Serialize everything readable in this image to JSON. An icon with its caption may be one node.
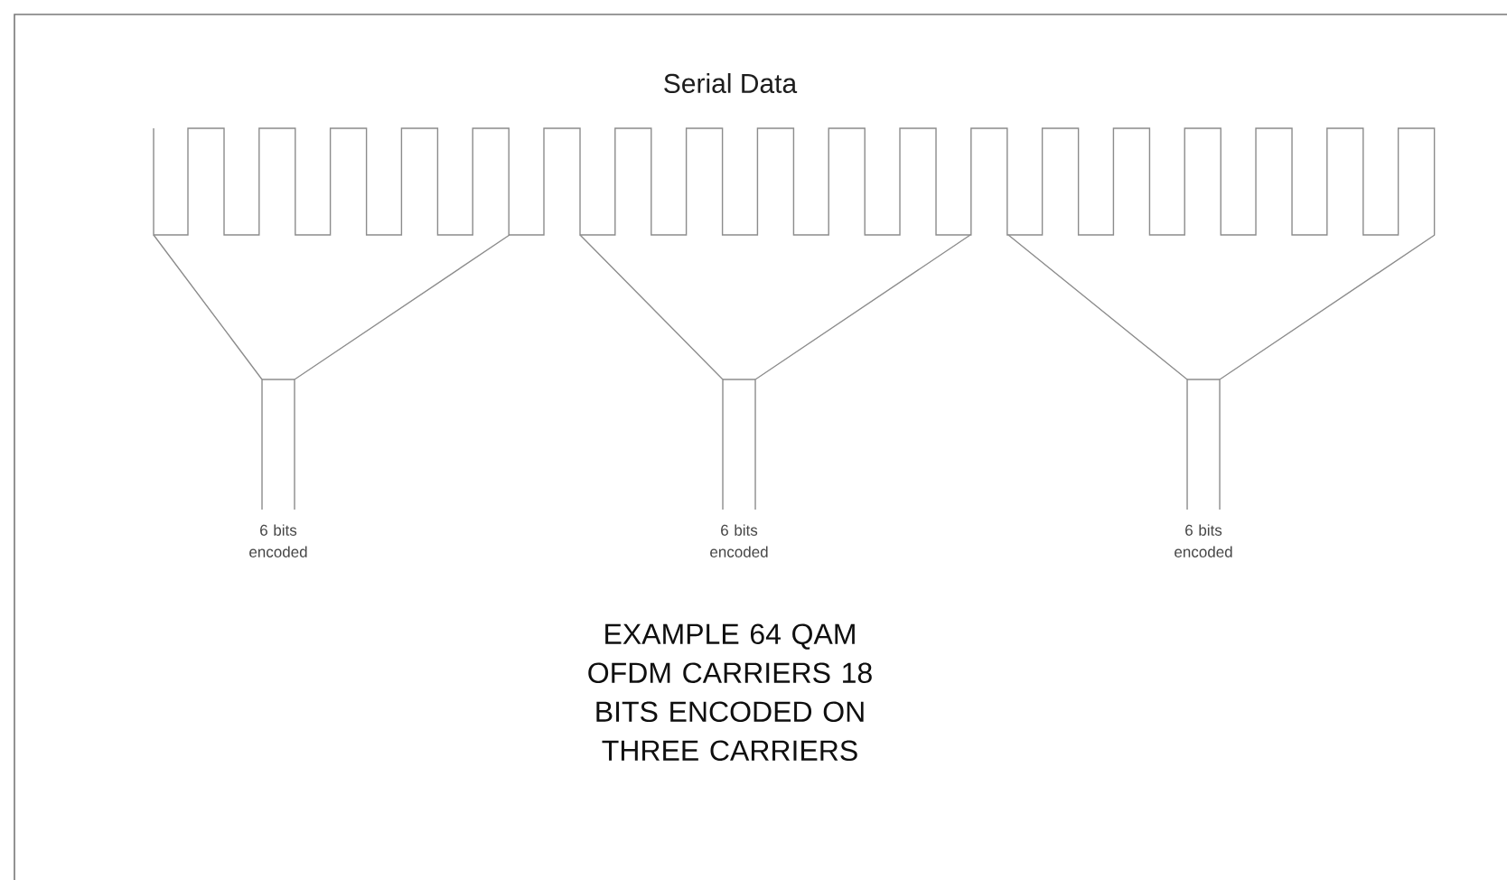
{
  "diagram": {
    "title": "Serial Data",
    "caption": "EXAMPLE 64 QAM OFDM CARRIERS 18 BITS ENCODED ON THREE CARRIERS",
    "labels": [
      "6 bits encoded",
      "6 bits encoded",
      "6 bits encoded"
    ]
  }
}
